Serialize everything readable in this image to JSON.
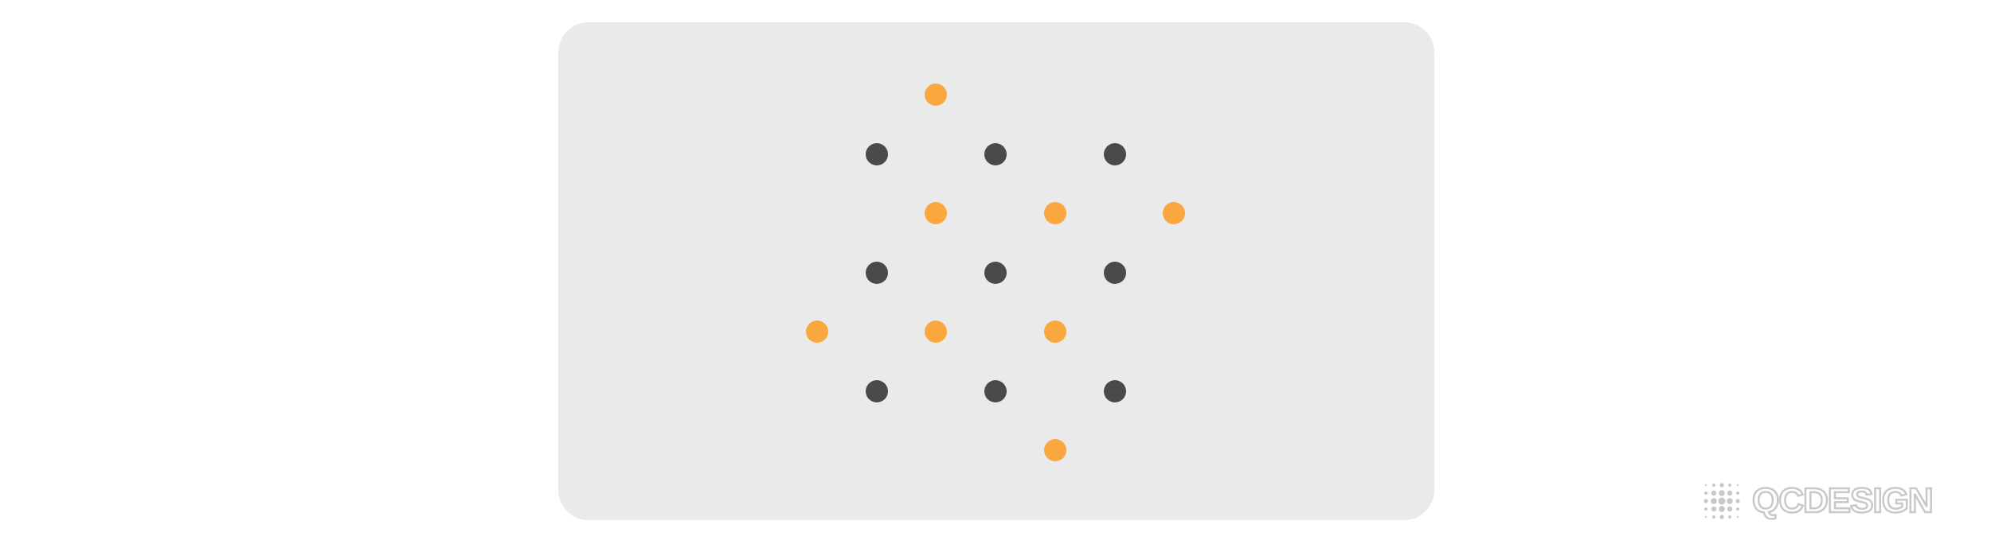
{
  "colors": {
    "background": "#ffffff",
    "panel": "#eaeaea",
    "dot_orange": "#f9a73e",
    "dot_dark": "#4a4a4a",
    "logo_gray": "#c8c8c8"
  },
  "logo": {
    "text": "QCDESIGN"
  },
  "dot_pattern": {
    "rows": [
      [
        "empty",
        "empty",
        "orange",
        "empty",
        "empty",
        "empty",
        "empty"
      ],
      [
        "empty",
        "dark",
        "empty",
        "dark",
        "empty",
        "dark",
        "empty"
      ],
      [
        "empty",
        "empty",
        "orange",
        "empty",
        "orange",
        "empty",
        "orange"
      ],
      [
        "empty",
        "dark",
        "empty",
        "dark",
        "empty",
        "dark",
        "empty"
      ],
      [
        "orange",
        "empty",
        "orange",
        "empty",
        "orange",
        "empty",
        "empty"
      ],
      [
        "empty",
        "dark",
        "empty",
        "dark",
        "empty",
        "dark",
        "empty"
      ],
      [
        "empty",
        "empty",
        "empty",
        "empty",
        "orange",
        "empty",
        "empty"
      ]
    ]
  }
}
